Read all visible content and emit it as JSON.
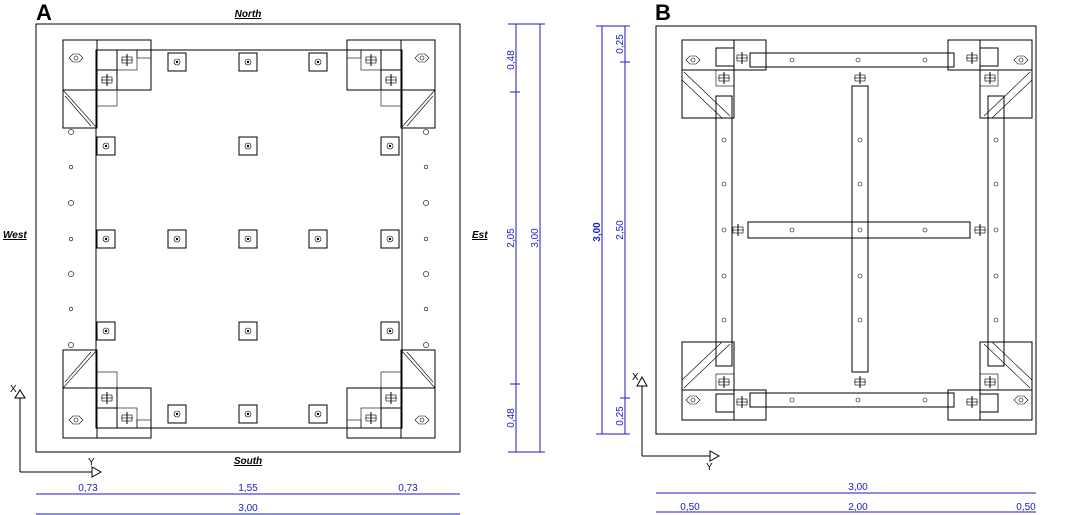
{
  "panel_a": {
    "letter": "A",
    "north": "North",
    "south": "South",
    "west": "West",
    "east": "Est",
    "axis_x": "X",
    "axis_y": "Y",
    "dim_right_segments": [
      "0,48",
      "2,05",
      "0,48"
    ],
    "dim_right_total": "3,00",
    "dim_bottom_segments": [
      "0,73",
      "1,55",
      "0,73"
    ],
    "dim_bottom_total": "3,00"
  },
  "panel_b": {
    "letter": "B",
    "axis_x": "X",
    "axis_y": "Y",
    "dim_left_total": "3,00",
    "dim_left_segments": [
      "0,25",
      "2,50",
      "0,25"
    ],
    "dim_bottom_total": "3,00",
    "dim_bottom_segments": [
      "0,50",
      "2,00",
      "0,50"
    ]
  },
  "colors": {
    "dimension": "#1a1ad0",
    "line": "#000000"
  }
}
